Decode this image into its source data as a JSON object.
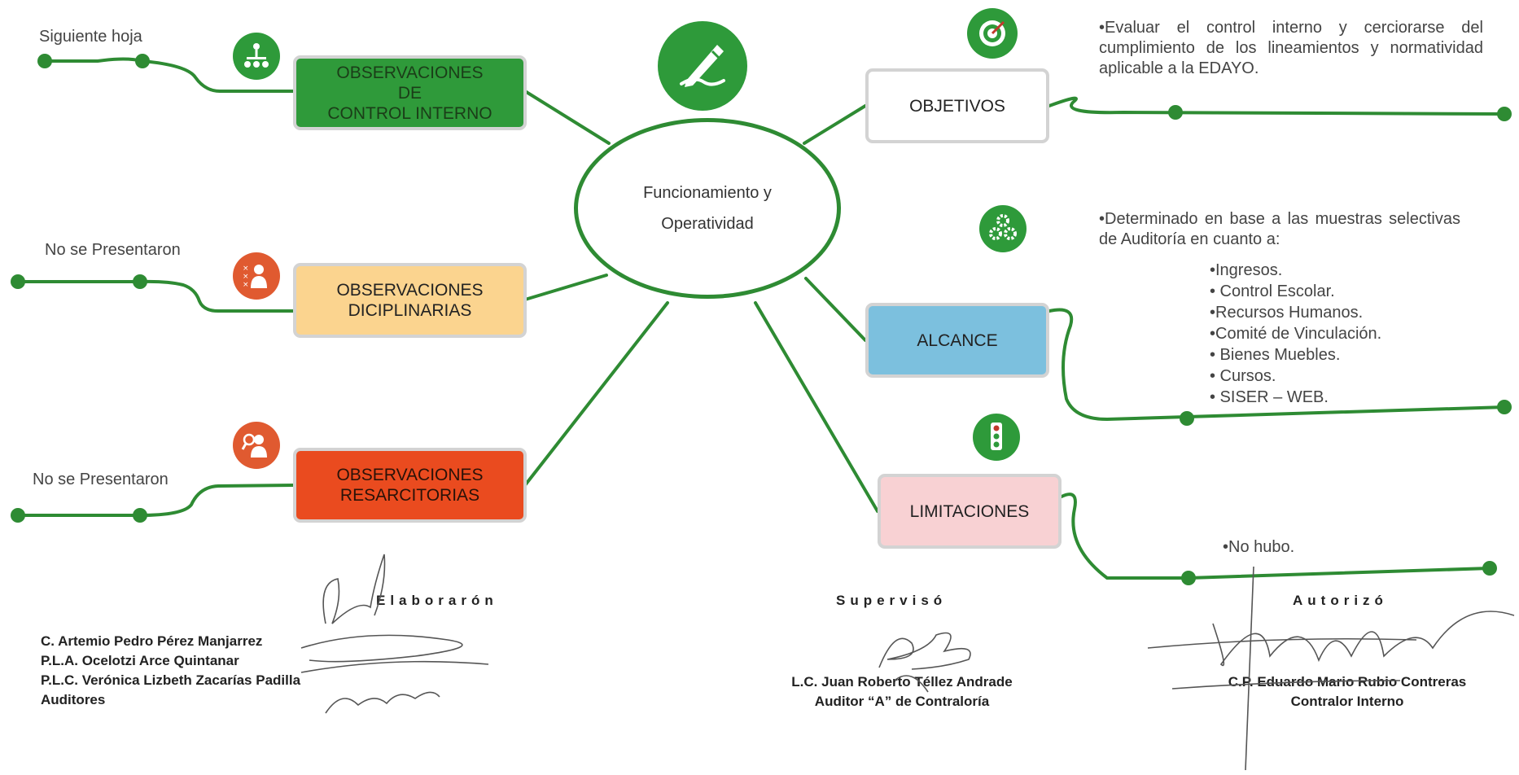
{
  "colors": {
    "connector": "#2e8b33",
    "control_interno": "#2f9a3a",
    "disciplinarias": "#fbd48f",
    "resarcitorias": "#ea4b1f",
    "alcance": "#7cc0de",
    "limitaciones": "#f8d1d3"
  },
  "center": {
    "line1": "Funcionamiento y",
    "line2": "Operatividad",
    "icon": "pen-writing-icon"
  },
  "left": [
    {
      "title": "OBSERVACIONES\nDE\nCONTROL INTERNO",
      "note": "Siguiente hoja",
      "icon": "org-chart-icon"
    },
    {
      "title": "OBSERVACIONES\nDICIPLINARIAS",
      "note": "No se Presentaron",
      "icon": "person-x-icon"
    },
    {
      "title": "OBSERVACIONES\nRESARCITORIAS",
      "note": "No se Presentaron",
      "icon": "person-magnifier-icon"
    }
  ],
  "right": {
    "objetivos": {
      "title": "OBJETIVOS",
      "icon": "target-icon",
      "text": "•Evaluar el control interno y cerciorarse del cumplimiento de los lineamientos y normatividad aplicable a la EDAYO."
    },
    "alcance": {
      "title": "ALCANCE",
      "icon": "gears-icon",
      "text": "•Determinado en base a las muestras selectivas de Auditoría en cuanto a:",
      "items": [
        "•Ingresos.",
        "• Control Escolar.",
        "•Recursos Humanos.",
        "•Comité de Vinculación.",
        "• Bienes Muebles.",
        "• Cursos.",
        "• SISER – WEB."
      ]
    },
    "limitaciones": {
      "title": "LIMITACIONES",
      "icon": "traffic-light-icon",
      "text": "•No hubo."
    }
  },
  "signatures": {
    "elaboraron": {
      "heading": "Elaborarón",
      "names": [
        "C. Artemio  Pedro Pérez Manjarrez",
        "P.L.A. Ocelotzi Arce Quintanar",
        "P.L.C. Verónica Lizbeth Zacarías Padilla",
        "Auditores"
      ]
    },
    "superviso": {
      "heading": "Supervisó",
      "names": [
        "L.C. Juan Roberto Téllez Andrade",
        "Auditor “A” de Contraloría"
      ]
    },
    "autorizo": {
      "heading": "Autorizó",
      "names": [
        "C.P. Eduardo Mario Rubio Contreras",
        "Contralor Interno"
      ]
    }
  }
}
